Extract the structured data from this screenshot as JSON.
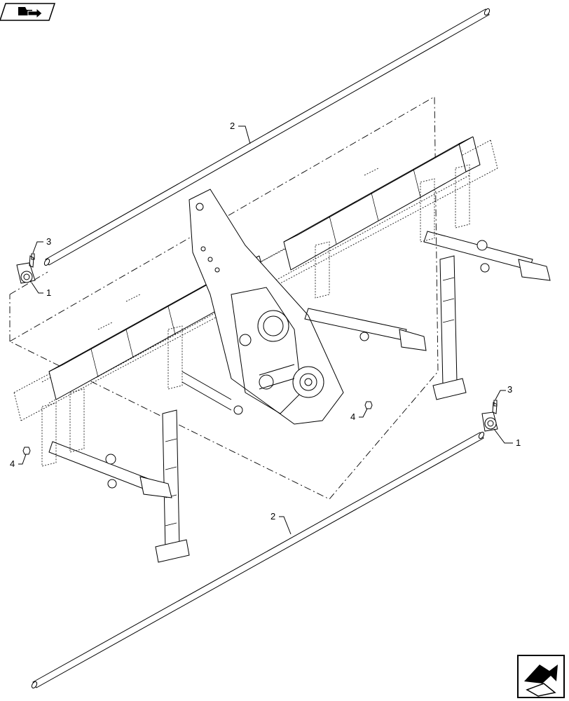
{
  "callouts": [
    {
      "id": "c1a",
      "label": "1"
    },
    {
      "id": "c1b",
      "label": "1"
    },
    {
      "id": "c2a",
      "label": "2"
    },
    {
      "id": "c2b",
      "label": "2"
    },
    {
      "id": "c3a",
      "label": "3"
    },
    {
      "id": "c3b",
      "label": "3"
    },
    {
      "id": "c4a",
      "label": "4"
    },
    {
      "id": "c4b",
      "label": "4"
    }
  ],
  "icons": {
    "top_left": "manual-book-icon",
    "bottom_right": "next-page-arrow-icon"
  }
}
